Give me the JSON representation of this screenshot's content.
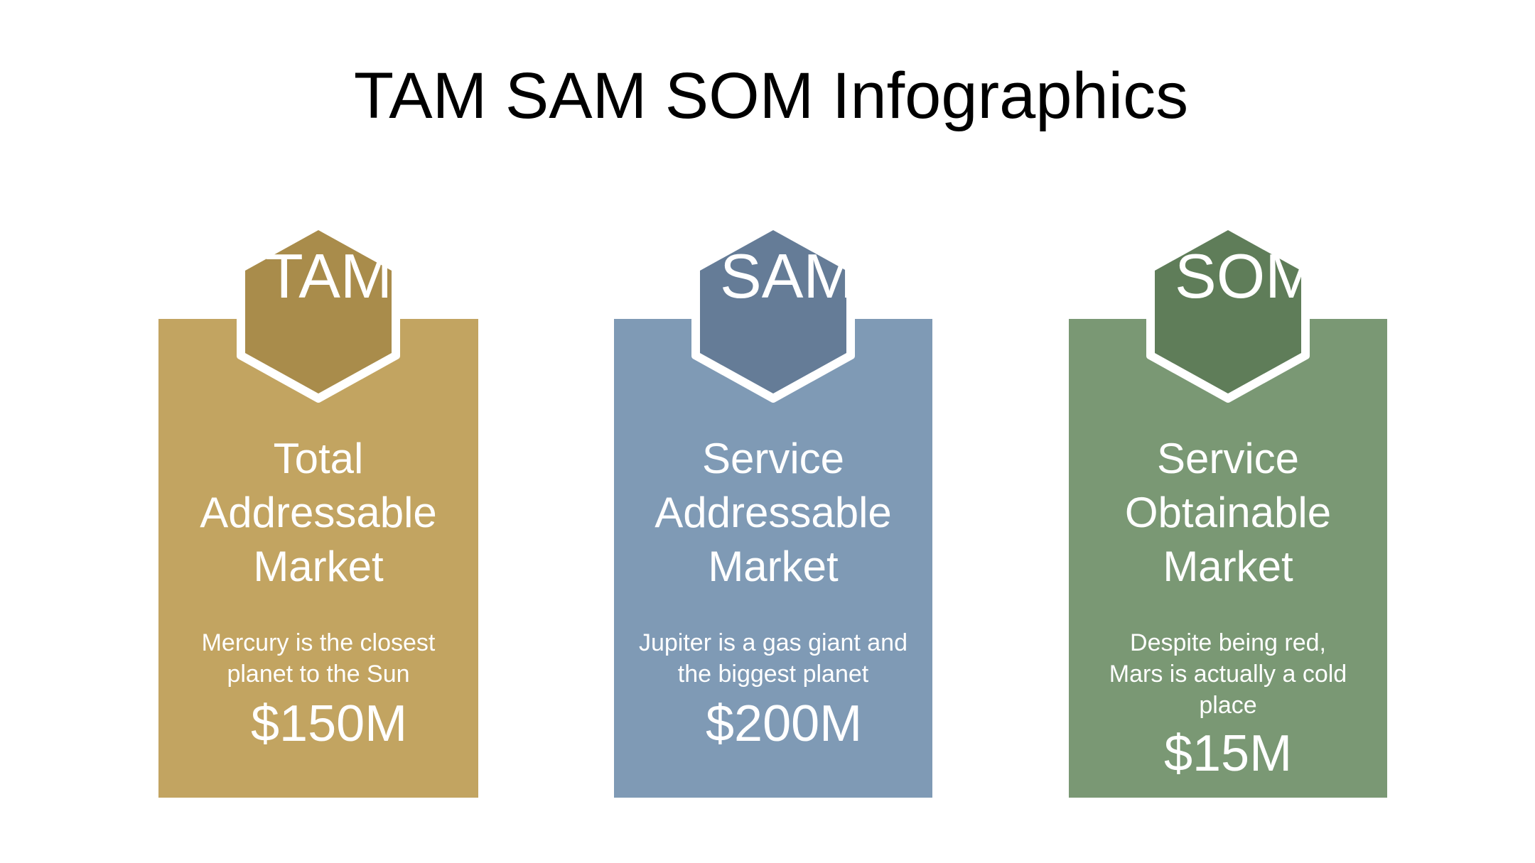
{
  "title": "TAM SAM SOM Infographics",
  "cards": [
    {
      "hex_label": "TAM",
      "heading": "Total Addressable Market",
      "description": "Mercury is the closest planet to the Sun",
      "value": "$150M",
      "card_color": "#C2A461",
      "hex_color": "#A98C4B"
    },
    {
      "hex_label": "SAM",
      "heading": "Service Addressable Market",
      "description": "Jupiter is a gas giant and the biggest planet",
      "value": "$200M",
      "card_color": "#7F9AB5",
      "hex_color": "#657C97"
    },
    {
      "hex_label": "SOM",
      "heading": "Service Obtainable Market",
      "description": "Despite being red, Mars is actually a cold place",
      "value": "$15M",
      "card_color": "#7A9874",
      "hex_color": "#5F7D59"
    }
  ]
}
